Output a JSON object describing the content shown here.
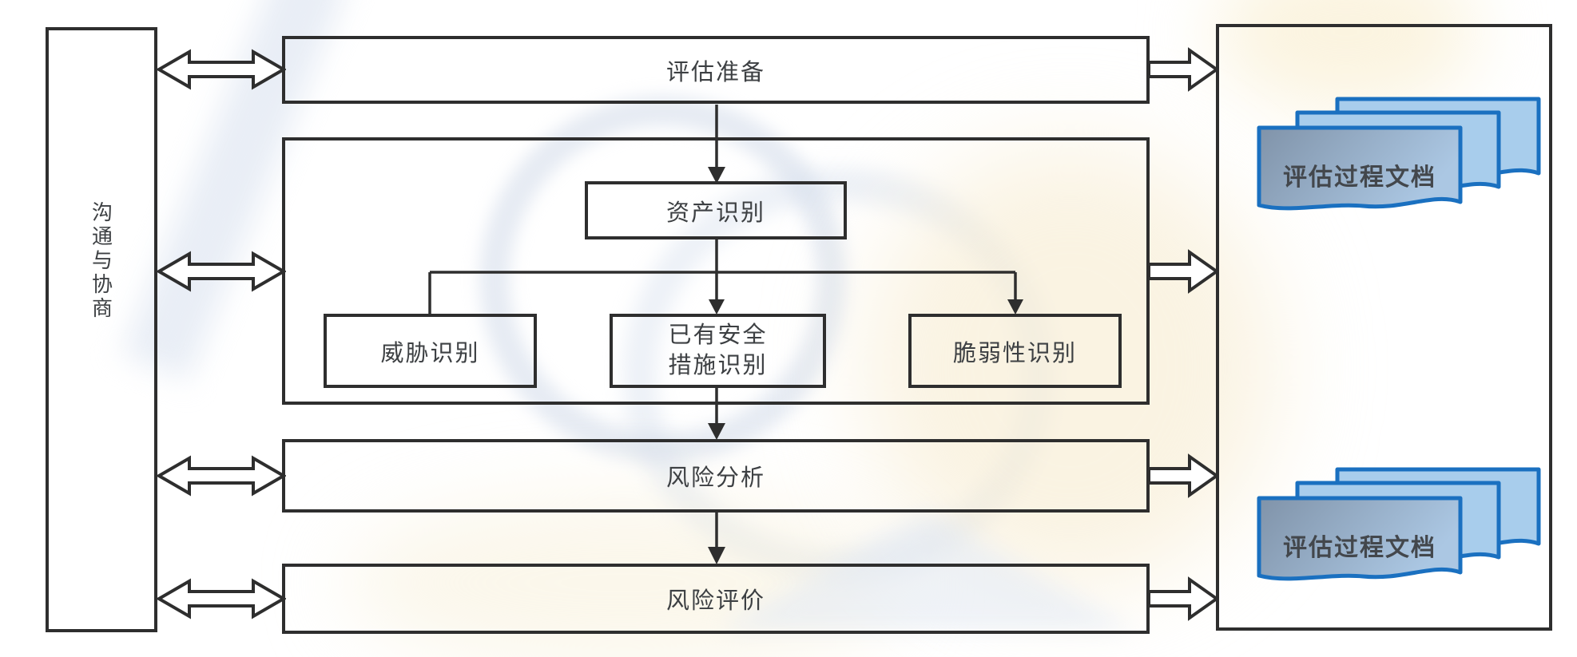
{
  "colors": {
    "line": "#2e2e2e",
    "text": "#3d4043",
    "doc_border": "#1a70c0",
    "doc_fill_back": "#a8cdec",
    "doc_front_start": "#8093a9",
    "doc_front_end": "#abc7e3",
    "doc_text": "#43474c"
  },
  "left_panel": {
    "label": "沟通与协商"
  },
  "flow": {
    "preparation": "评估准备",
    "asset_identification": "资产识别",
    "threat_identification": "威胁识别",
    "existing_measures_identification": "已有安全措施识别",
    "vulnerability_identification": "脆弱性识别",
    "risk_analysis": "风险分析",
    "risk_evaluation": "风险评价"
  },
  "output_documents": {
    "top_stack_label": "评估过程文档",
    "bottom_stack_label": "评估过程文档"
  }
}
